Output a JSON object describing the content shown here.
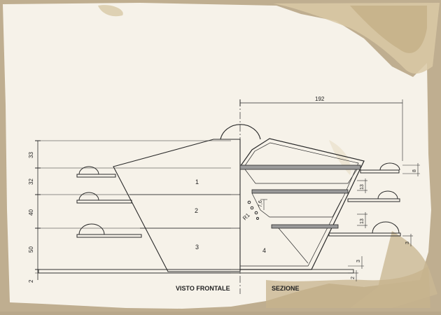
{
  "colors": {
    "paper": "#f6f2e9",
    "stain": "#c9b48c",
    "stain_dark": "#9c8660",
    "ink": "#2a2a2a",
    "section_fill": "#9a9a9a"
  },
  "view_labels": {
    "front": "VISTO FRONTALE",
    "section": "SEZIONE"
  },
  "compartments": [
    "1",
    "2",
    "3",
    "4"
  ],
  "dimensions": {
    "overall_width": "192",
    "left_heights": [
      "33",
      "32",
      "40",
      "50",
      "2"
    ],
    "right_small": [
      "8",
      "13",
      "13",
      "3",
      "3",
      "2"
    ],
    "hole_detail": "7,6",
    "radius_label": "R1"
  }
}
